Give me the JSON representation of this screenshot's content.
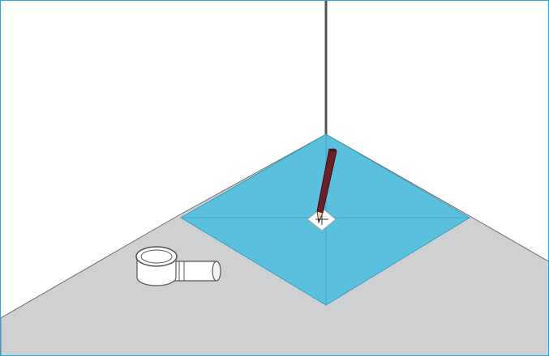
{
  "illustration": {
    "frame_color": "#2aa6d6",
    "floor_color": "#cfd0d2",
    "membrane_color": "#5bc0de",
    "wall_line_color": "#555555",
    "pencil_color": "#6a1f2a",
    "icons": [
      "wall-corner-line",
      "floor-plane",
      "waterproof-membrane-square",
      "drain-outlet-icon",
      "pencil-icon",
      "center-mark"
    ]
  }
}
